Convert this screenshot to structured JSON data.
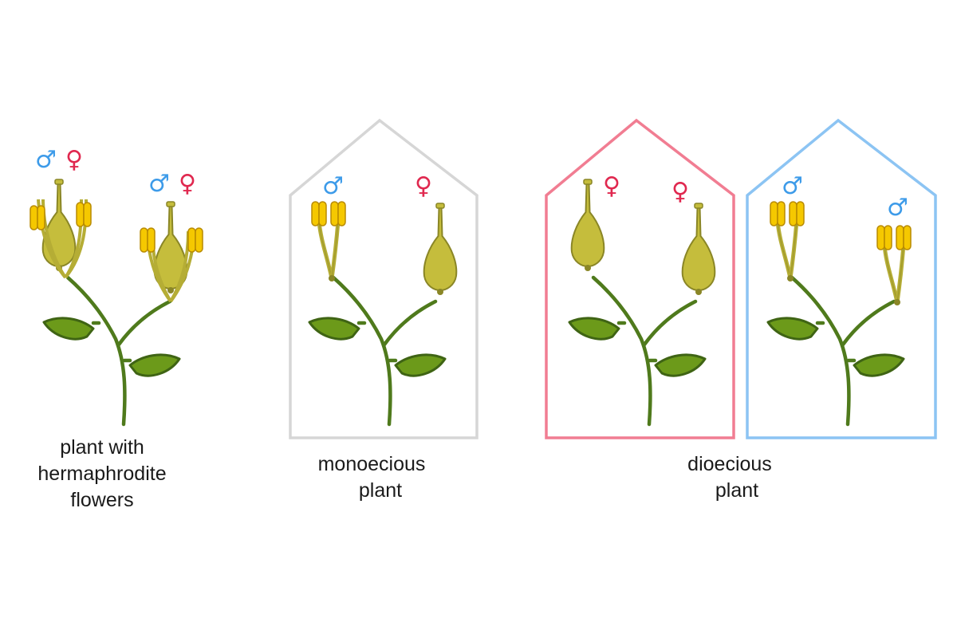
{
  "symbols": {
    "male": "♂",
    "female": "♀"
  },
  "colors": {
    "male": "#3d9be9",
    "female": "#e0284f",
    "stem": "#4f7a1c",
    "leaf": "#6c9a1a",
    "leaf_stroke": "#3f6414",
    "pistil": "#c5bd3c",
    "pistil_stroke": "#8a8626",
    "anther": "#f5c800",
    "anther_stroke": "#b88a00",
    "filament": "#b5ad35",
    "frame_mono": "#d6d6d6",
    "frame_female": "#f17d92",
    "frame_male": "#8cc4f3"
  },
  "captions": {
    "hermaphrodite": [
      "plant with",
      "hermaphrodite",
      "flowers"
    ],
    "monoecious": [
      "monoecious",
      "plant"
    ],
    "dioecious": [
      "dioecious",
      "plant"
    ]
  }
}
